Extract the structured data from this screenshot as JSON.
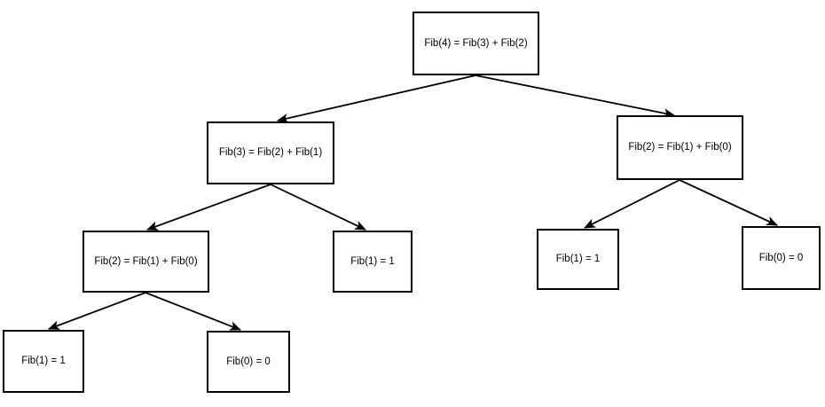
{
  "diagram": {
    "type": "tree",
    "description": "Fibonacci recursion tree for Fib(4)",
    "nodes": {
      "root": {
        "label": "Fib(4) = Fib(3) + Fib(2)"
      },
      "l": {
        "label": "Fib(3) = Fib(2) + Fib(1)"
      },
      "r": {
        "label": "Fib(2) = Fib(1) + Fib(0)"
      },
      "ll": {
        "label": "Fib(2) = Fib(1) + Fib(0)"
      },
      "lr": {
        "label": "Fib(1) = 1"
      },
      "rl": {
        "label": "Fib(1) = 1"
      },
      "rr": {
        "label": "Fib(0) = 0"
      },
      "lll": {
        "label": "Fib(1) = 1"
      },
      "llr": {
        "label": "Fib(0) = 0"
      }
    },
    "edges": [
      {
        "from": "root",
        "to": "l"
      },
      {
        "from": "root",
        "to": "r"
      },
      {
        "from": "l",
        "to": "ll"
      },
      {
        "from": "l",
        "to": "lr"
      },
      {
        "from": "r",
        "to": "rl"
      },
      {
        "from": "r",
        "to": "rr"
      },
      {
        "from": "ll",
        "to": "lll"
      },
      {
        "from": "ll",
        "to": "llr"
      }
    ],
    "colors": {
      "background": "#ffffff",
      "node_fill": "#ffffff",
      "node_border": "#000000",
      "text": "#000000",
      "edge": "#000000"
    }
  }
}
